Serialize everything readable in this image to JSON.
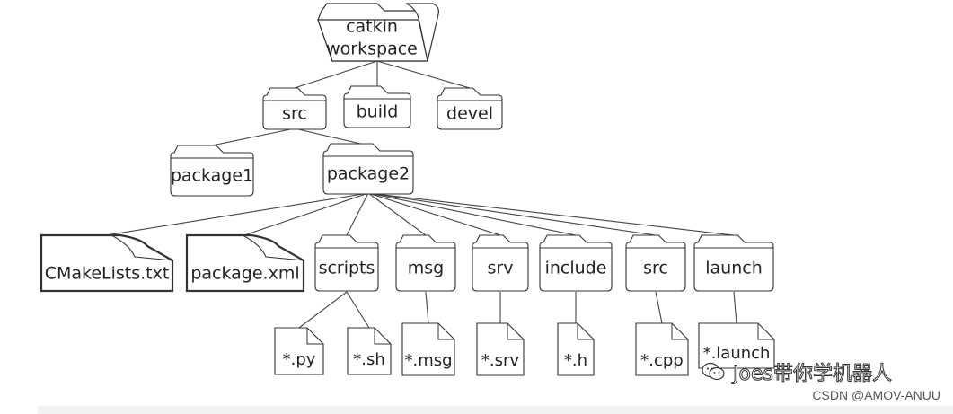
{
  "diagram": {
    "root": {
      "line1": "catkin",
      "line2": "workspace"
    },
    "level1": [
      "src",
      "build",
      "devel"
    ],
    "packages": [
      "package1",
      "package2"
    ],
    "package2_files": [
      "CMakeLists.txt",
      "package.xml"
    ],
    "package2_folders": [
      "scripts",
      "msg",
      "srv",
      "include",
      "src",
      "launch"
    ],
    "leaf_files": [
      "*.py",
      "*.sh",
      "*.msg",
      "*.srv",
      "*.h",
      "*.cpp",
      "*.launch"
    ]
  },
  "watermark": {
    "text": "Joes带你学机器人",
    "icon": "wechat-icon"
  },
  "credit": "CSDN @AMOV-ANUU",
  "colors": {
    "stroke": "#333333",
    "background": "#ffffff"
  }
}
